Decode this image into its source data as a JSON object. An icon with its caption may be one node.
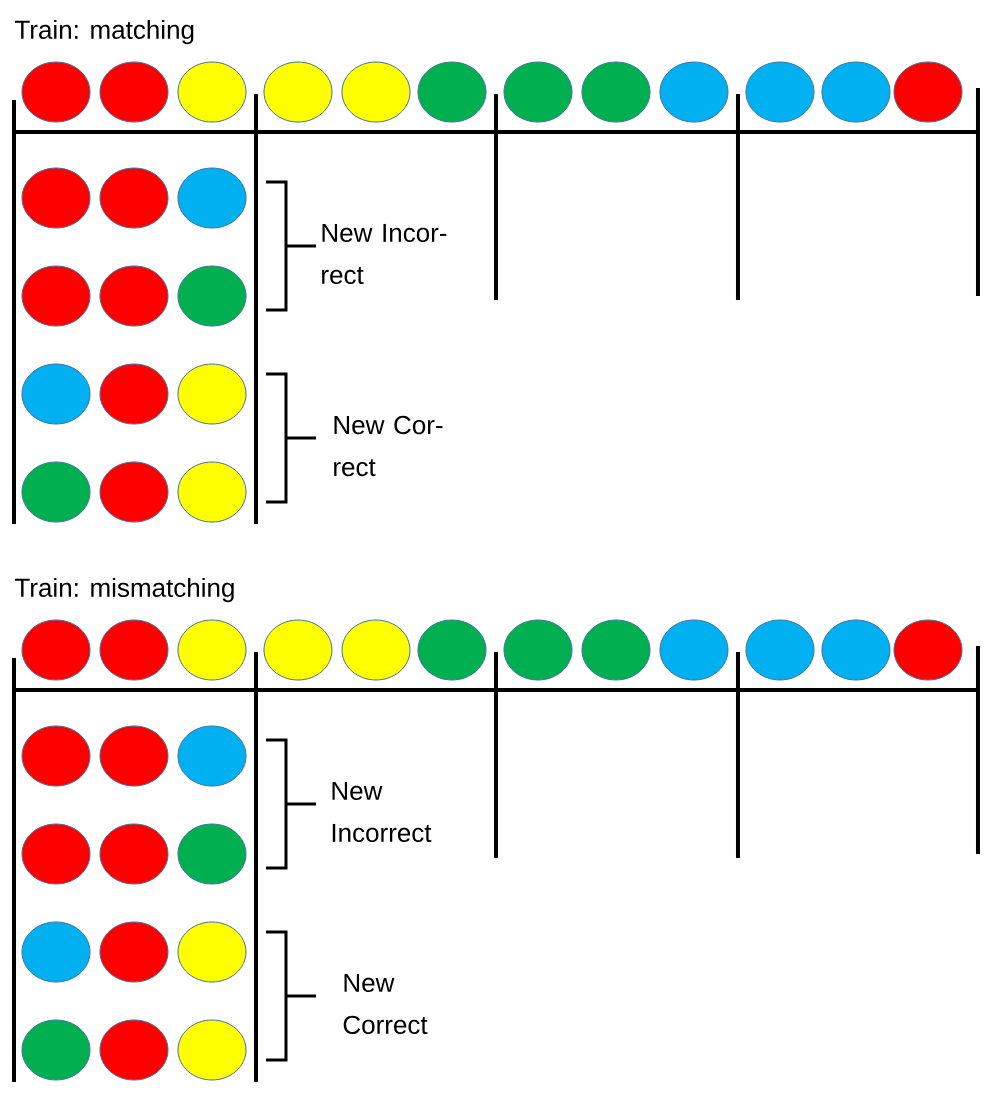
{
  "diagram": {
    "labels": [
      "Train: matching",
      "New Incor-rect",
      "New Cor-rect",
      "Train: mismatching",
      "New Incorrect",
      "New Correct"
    ]
  }
}
